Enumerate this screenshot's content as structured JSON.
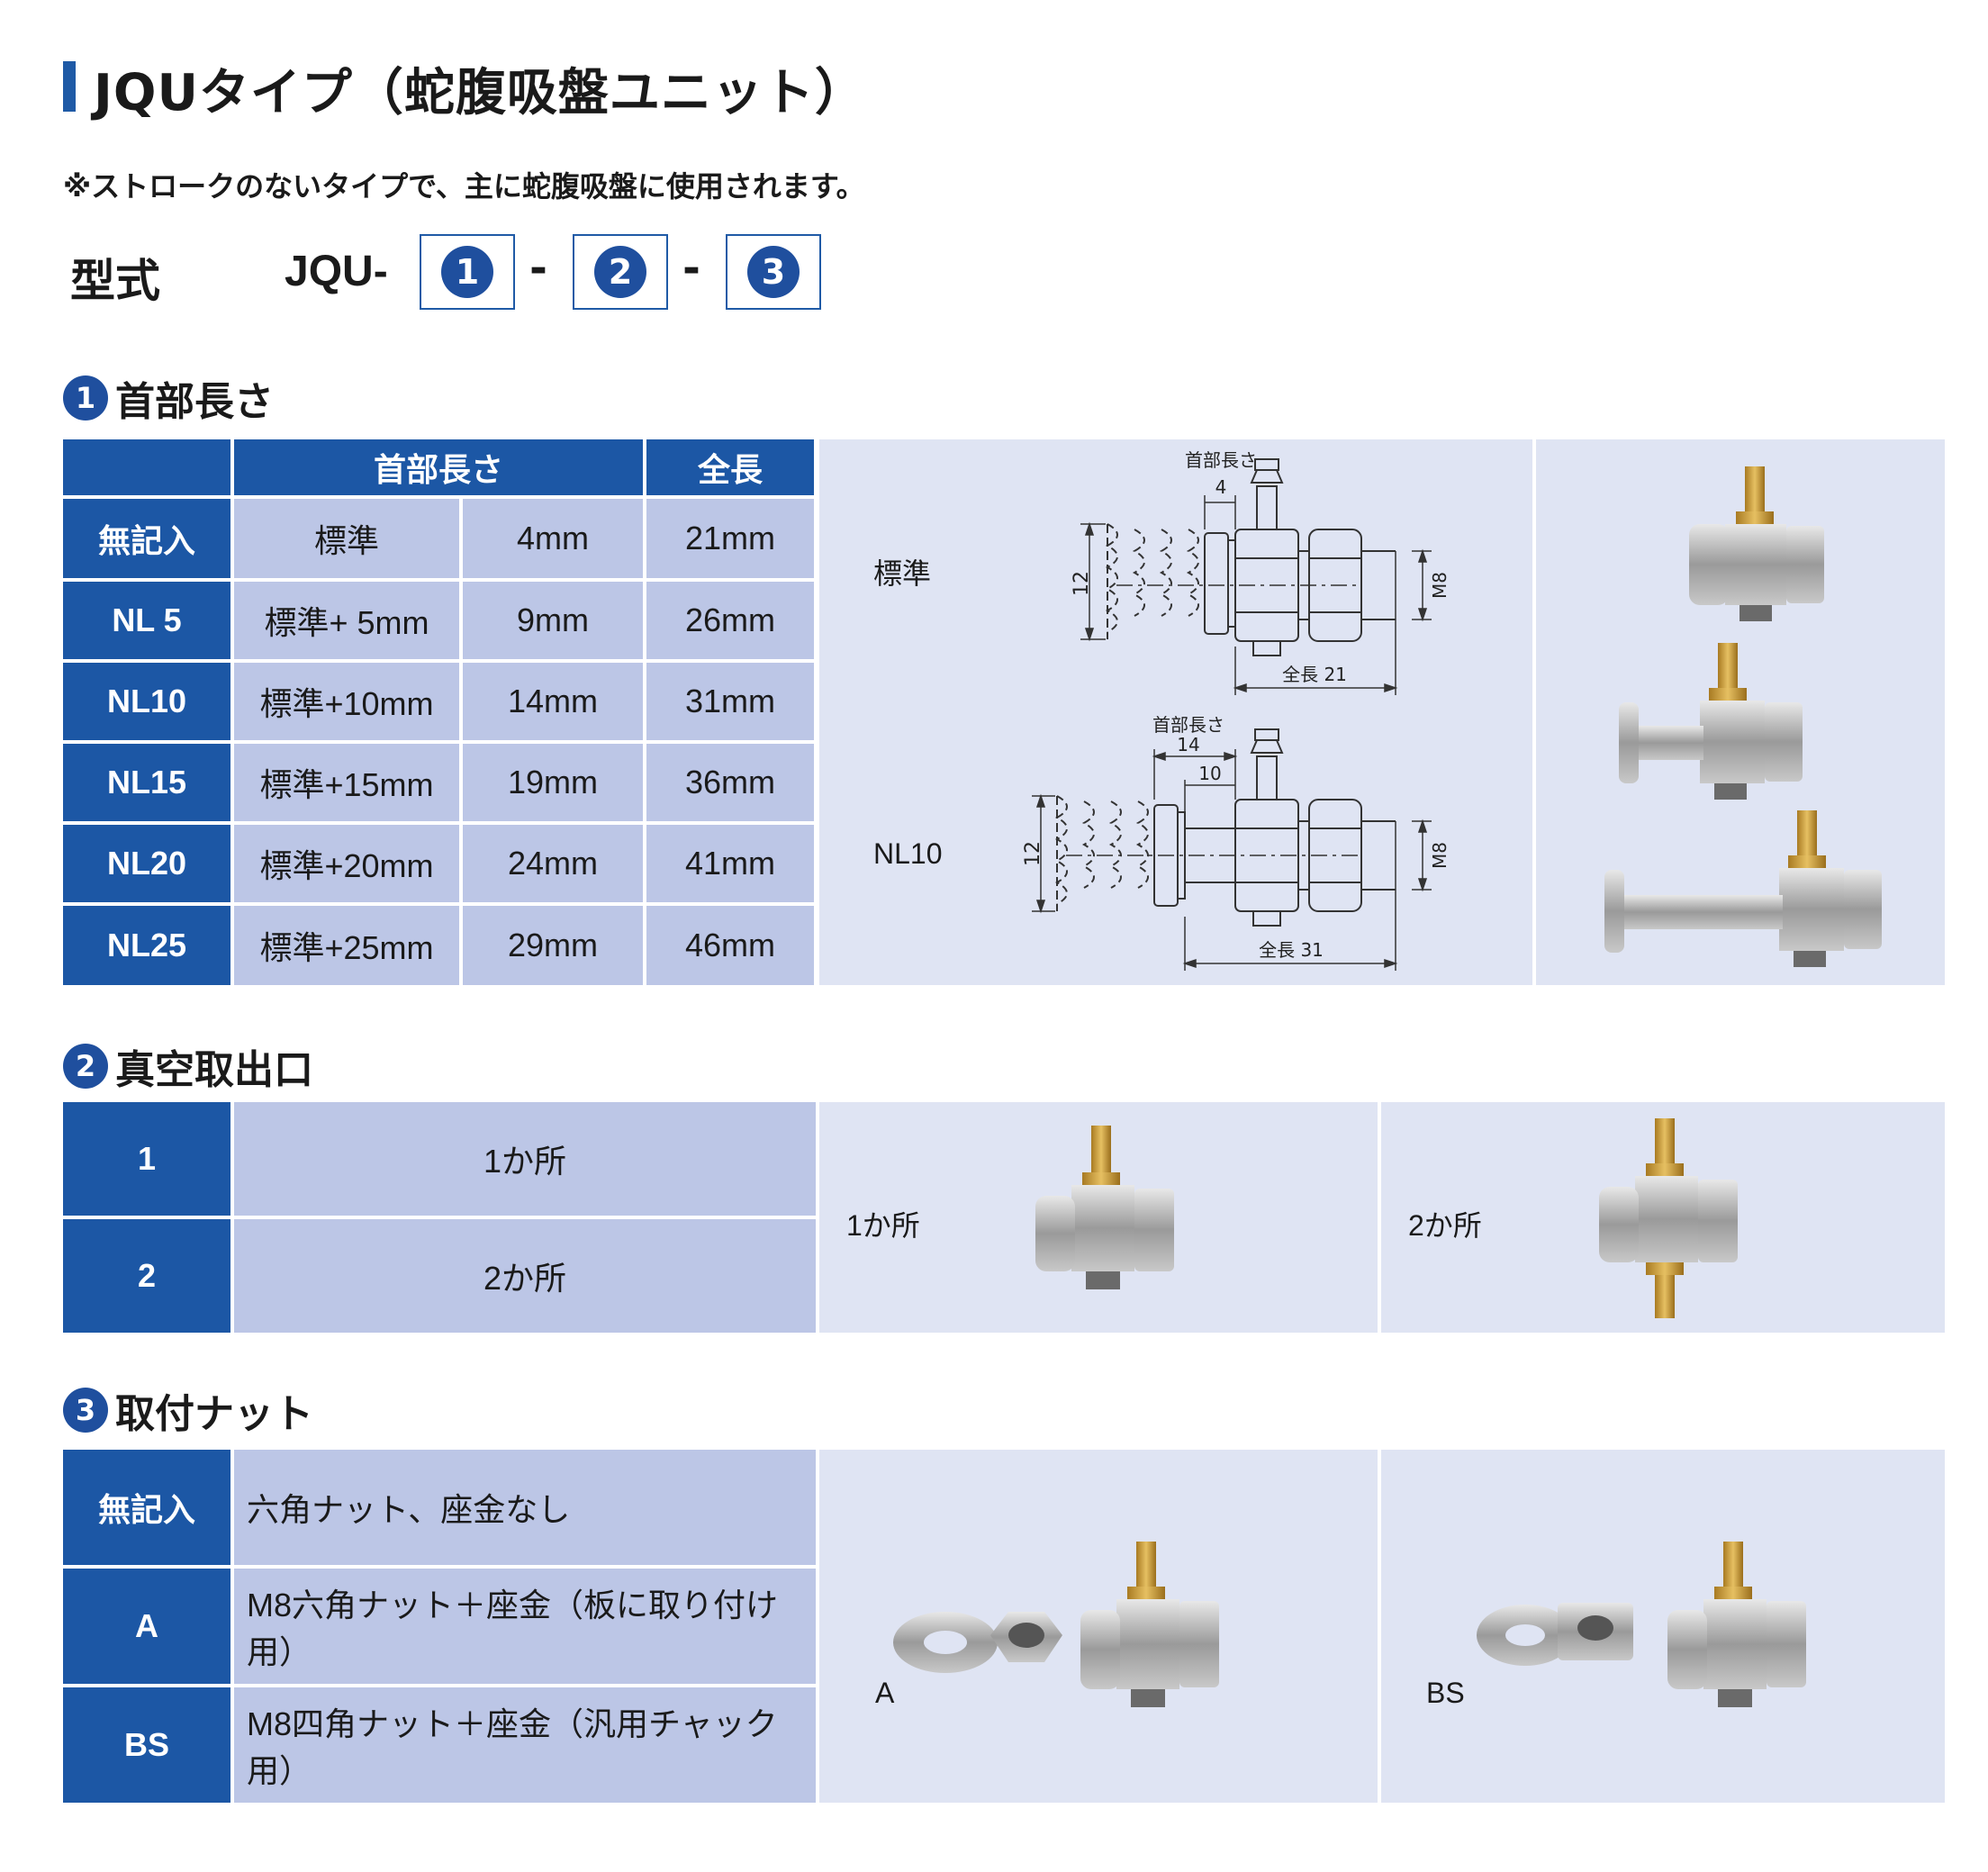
{
  "title": "JQUタイプ（蛇腹吸盤ユニット）",
  "note": "※ストロークのないタイプで、主に蛇腹吸盤に使用されます。",
  "model": {
    "label": "型式",
    "prefix": "JQU-",
    "slots": [
      "1",
      "2",
      "3"
    ],
    "separator": "-"
  },
  "section1": {
    "number": "1",
    "title": "首部長さ",
    "headers": {
      "neck": "首部長さ",
      "total": "全長"
    },
    "rows": [
      {
        "code": "無記入",
        "neck": "標準",
        "mm": "4mm",
        "total": "21mm"
      },
      {
        "code": "NL 5",
        "neck": "標準+ 5mm",
        "mm": "9mm",
        "total": "26mm"
      },
      {
        "code": "NL10",
        "neck": "標準+10mm",
        "mm": "14mm",
        "total": "31mm"
      },
      {
        "code": "NL15",
        "neck": "標準+15mm",
        "mm": "19mm",
        "total": "36mm"
      },
      {
        "code": "NL20",
        "neck": "標準+20mm",
        "mm": "24mm",
        "total": "41mm"
      },
      {
        "code": "NL25",
        "neck": "標準+25mm",
        "mm": "29mm",
        "total": "46mm"
      }
    ],
    "diagram": {
      "std_label": "標準",
      "nl_label": "NL10",
      "neck_caption": "首部長さ",
      "std_neck": "4",
      "nl_neck": "14",
      "nl_inner": "10",
      "height": "12",
      "thread": "M8",
      "std_total": "全長 21",
      "nl_total": "全長 31"
    }
  },
  "section2": {
    "number": "2",
    "title": "真空取出口",
    "rows": [
      {
        "code": "1",
        "desc": "1か所"
      },
      {
        "code": "2",
        "desc": "2か所"
      }
    ],
    "panels": [
      "1か所",
      "2か所"
    ]
  },
  "section3": {
    "number": "3",
    "title": "取付ナット",
    "rows": [
      {
        "code": "無記入",
        "desc": "六角ナット、座金なし"
      },
      {
        "code": "A",
        "desc": "M8六角ナット＋座金（板に取り付け用）"
      },
      {
        "code": "BS",
        "desc": "M8四角ナット＋座金（汎用チャック用）"
      }
    ],
    "panels": [
      "A",
      "BS"
    ]
  }
}
